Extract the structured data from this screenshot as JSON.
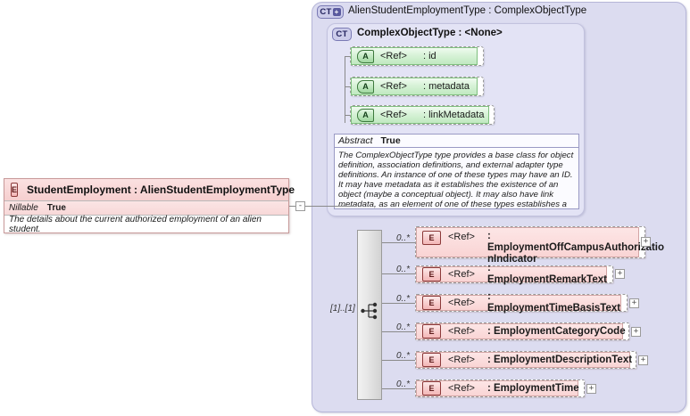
{
  "diagram": {
    "type": "xsd-schema-diagram",
    "root_element": {
      "icon": "element-icon",
      "icon_label": "E",
      "name": "StudentEmployment",
      "separator": ":",
      "type": "AlienStudentEmploymentType",
      "title": "StudentEmployment : AlienStudentEmploymentType",
      "properties": [
        {
          "label": "Nillable",
          "value": "True"
        }
      ],
      "documentation": "The details about the current authorized employment of an alien student.",
      "toggle": "-"
    },
    "complex_type_outer": {
      "icon": "complextype-expanded-icon",
      "icon_label": "CT",
      "icon_plus": "+",
      "name": "AlienStudentEmploymentType",
      "separator": ":",
      "base": "ComplexObjectType",
      "title": "AlienStudentEmploymentType : ComplexObjectType"
    },
    "complex_type_inner": {
      "icon": "complextype-icon",
      "icon_label": "CT",
      "name": "ComplexObjectType",
      "separator": ":",
      "base": "<None>",
      "title": "ComplexObjectType : <None>",
      "attributes": [
        {
          "icon_label": "A",
          "ref": "<Ref>",
          "name": ": id"
        },
        {
          "icon_label": "A",
          "ref": "<Ref>",
          "name": ": metadata"
        },
        {
          "icon_label": "A",
          "ref": "<Ref>",
          "name": ": linkMetadata"
        }
      ],
      "abstract": {
        "label": "Abstract",
        "value": "True"
      },
      "documentation": "The ComplexObjectType type provides a base class for object definition, association definitions, and external adapter type definitions. An instance of one of these types may have an ID. It may have metadata as it establishes the existence of an object (maybe a conceptual object). It may also have link metadata, as an element of one of these types establishes a relationship between its value and its context."
    },
    "compositor": {
      "kind": "all-compositor",
      "cardinality": "[1]..[1]"
    },
    "child_elements": [
      {
        "occurs": "0..*",
        "icon_label": "E",
        "ref": "<Ref>",
        "name": ": EmploymentOffCampusAuthorizatio­nIndicator",
        "name_line1": ": EmploymentOffCampusAuthorizatio",
        "name_line2": "nIndicator",
        "toggle": "+",
        "wrapped": true
      },
      {
        "occurs": "0..*",
        "icon_label": "E",
        "ref": "<Ref>",
        "name": ": EmploymentRemarkText",
        "toggle": "+",
        "wrapped": false
      },
      {
        "occurs": "0..*",
        "icon_label": "E",
        "ref": "<Ref>",
        "name": ": EmploymentTimeBasisText",
        "toggle": "+",
        "wrapped": false
      },
      {
        "occurs": "0..*",
        "icon_label": "E",
        "ref": "<Ref>",
        "name": ": EmploymentCategoryCode",
        "toggle": "+",
        "wrapped": false
      },
      {
        "occurs": "0..*",
        "icon_label": "E",
        "ref": "<Ref>",
        "name": ": EmploymentDescriptionText",
        "toggle": "+",
        "wrapped": false
      },
      {
        "occurs": "0..*",
        "icon_label": "E",
        "ref": "<Ref>",
        "name": ": EmploymentTime",
        "toggle": "+",
        "wrapped": false
      }
    ],
    "colors": {
      "outer_container": "#dcdcf0",
      "inner_container": "#e3e3f5",
      "element_pink": "#f9d4d4",
      "attribute_green": "#c0e9c0",
      "badge_lilac": "#ccccea"
    }
  }
}
